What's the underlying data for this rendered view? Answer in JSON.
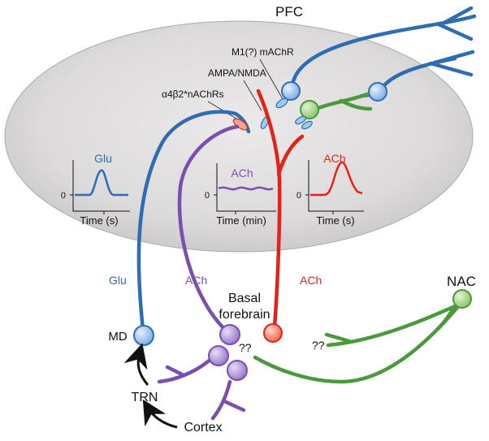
{
  "labels": {
    "pfc": "PFC",
    "m1": "M1(?) mAChR",
    "ampa": "AMPA/NMDA",
    "nachr": "α4β2*nAChRs",
    "md": "MD",
    "trn": "TRN",
    "cortex": "Cortex",
    "basal1": "Basal",
    "basal2": "forebrain",
    "nac": "NAC",
    "qq1": "??",
    "qq2": "??",
    "glu_pathway": "Glu",
    "ach_pathway_purple": "ACh",
    "ach_pathway_red": "ACh"
  },
  "insets": [
    {
      "title": "Glu",
      "zero": "0",
      "xlabel": "Time (s)",
      "color": "#2e6db4"
    },
    {
      "title": "ACh",
      "zero": "0",
      "xlabel": "Time (min)",
      "color": "#7a4fb0"
    },
    {
      "title": "ACh",
      "zero": "0",
      "xlabel": "Time (s)",
      "color": "#e2231a"
    }
  ],
  "colors": {
    "glu": "#2e6db4",
    "ach_purple": "#7a4fb0",
    "ach_red": "#e2231a",
    "nac_green": "#4a9a3c",
    "receptor": "#9ccbe8",
    "nachr_receptor": "#f2a58a"
  }
}
